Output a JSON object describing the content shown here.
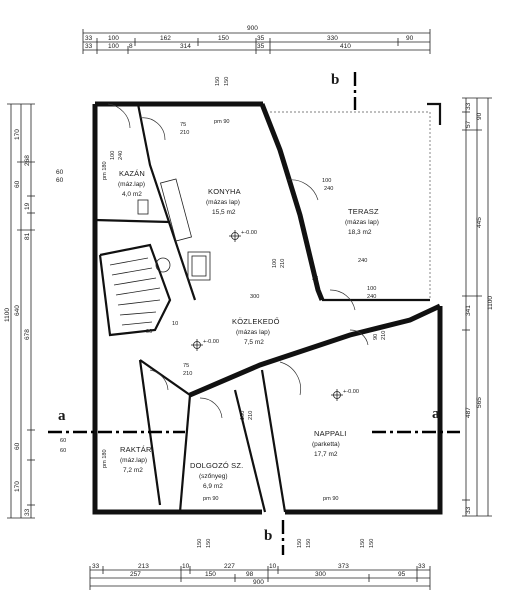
{
  "rooms": {
    "kazan": {
      "name": "KAZÁN",
      "finish": "(máz.lap)",
      "area": "4,0 m2"
    },
    "konyha": {
      "name": "KONYHA",
      "finish": "(mázas lap)",
      "area": "15,5 m2"
    },
    "terasz": {
      "name": "TERASZ",
      "finish": "(mázas lap)",
      "area": "18,3 m2"
    },
    "kozlekedo": {
      "name": "KÖZLEKEDŐ",
      "finish": "(mázas lap)",
      "area": "7,5 m2"
    },
    "raktar": {
      "name": "RAKTÁR",
      "finish": "(máz.lap)",
      "area": "7,2 m2"
    },
    "dolgozo": {
      "name": "DOLGOZÓ SZ.",
      "finish": "(szőnyeg)",
      "area": "6,9 m2"
    },
    "nappali": {
      "name": "NAPPALI",
      "finish": "(parketta)",
      "area": "17,7 m2"
    }
  },
  "levels": {
    "konyha": "+-0.00",
    "kozlekedo": "+-0.00",
    "nappali": "+-0.00"
  },
  "section_marks": {
    "a": "a",
    "b": "b"
  },
  "top_dims": {
    "total": "900",
    "row1": [
      "33",
      "100",
      "162",
      "150",
      "35",
      "330",
      "90"
    ],
    "row2": [
      "33",
      "100",
      "8",
      "314",
      "35",
      "410"
    ]
  },
  "bottom_dims": {
    "row1": [
      "33",
      "213",
      "10",
      "227",
      "10",
      "373",
      "33"
    ],
    "row2": [
      "257",
      "150",
      "98",
      "300",
      "95"
    ],
    "total": "900"
  },
  "left_dims": {
    "total": "1100",
    "row1": [
      "170",
      "268",
      "640"
    ],
    "row2": [
      "60",
      "60",
      "19",
      "81",
      "60",
      "170",
      "33"
    ],
    "row3": [
      "678"
    ]
  },
  "right_dims": {
    "total": "1100",
    "row1": [
      "33",
      "57",
      "90",
      "445",
      "341",
      "487",
      "565",
      "33"
    ]
  },
  "openings": {
    "window_top": "pm 90",
    "window_bottom_left": "pm 90",
    "window_bottom_right": "pm 90",
    "kazan_window": "pm 180",
    "raktar_window": "pm 180",
    "door_75_210": "75",
    "door_75_210b": "210",
    "door_100_240": "100",
    "door_100_240b": "240",
    "door_100_210": "100",
    "door_100_210b": "210",
    "h150": "150",
    "d90": "90",
    "d210": "210",
    "d240": "240",
    "d300": "300",
    "d10": "10",
    "d33": "33",
    "d60": "60"
  }
}
